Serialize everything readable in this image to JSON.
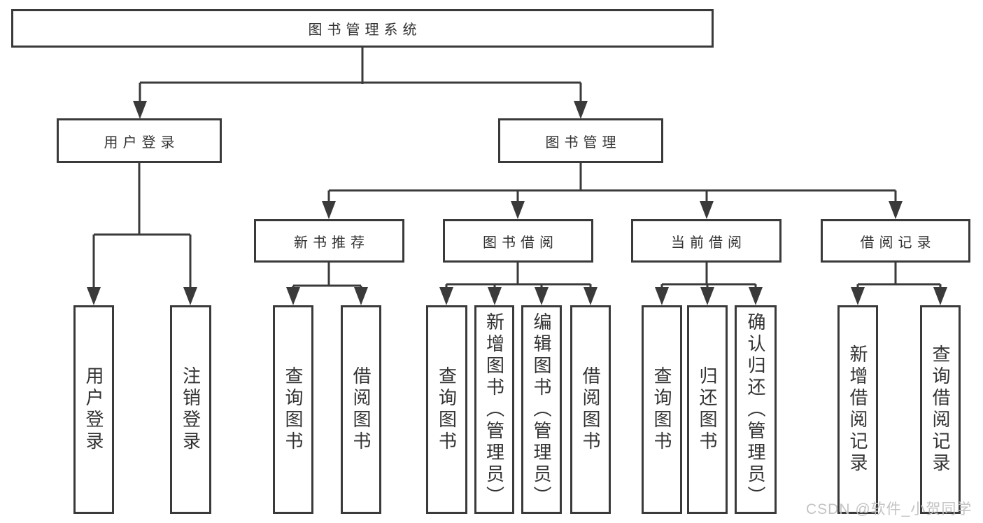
{
  "diagram": {
    "root": {
      "label": "图书管理系统"
    },
    "level2": [
      {
        "label": "用户登录"
      },
      {
        "label": "图书管理"
      }
    ],
    "level3": [
      {
        "label": "新书推荐"
      },
      {
        "label": "图书借阅"
      },
      {
        "label": "当前借阅"
      },
      {
        "label": "借阅记录"
      }
    ],
    "leaves": {
      "user_login": [
        "用户登录",
        "注销登录"
      ],
      "new_book": [
        "查询图书",
        "借阅图书"
      ],
      "book_borrow": [
        "查询图书",
        "新增图书（管理员）",
        "编辑图书（管理员）",
        "借阅图书"
      ],
      "current_borrow": [
        "查询图书",
        "归还图书",
        "确认归还（管理员）"
      ],
      "borrow_record": [
        "新增借阅记录",
        "查询借阅记录"
      ]
    }
  },
  "watermark": {
    "text": "CSDN @软件_小贺同学"
  },
  "colors": {
    "line": "#3a3a3a",
    "text": "#333333",
    "background": "#ffffff",
    "watermark": "#c3c3c3"
  }
}
